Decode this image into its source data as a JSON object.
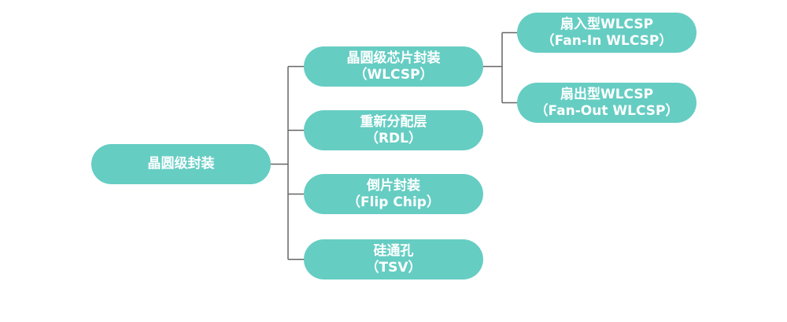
{
  "colors": {
    "node_fill": "#66cdc3",
    "node_text": "#ffffff",
    "connector": "#666666"
  },
  "root": {
    "label": "晶圆级封装"
  },
  "level1": {
    "wlcsp": {
      "line1": "晶圆级芯片封装",
      "line2": "（WLCSP）"
    },
    "rdl": {
      "line1": "重新分配层",
      "line2": "（RDL）"
    },
    "flip": {
      "line1": "倒片封装",
      "line2": "（Flip Chip）"
    },
    "tsv": {
      "line1": "硅通孔",
      "line2": "（TSV）"
    }
  },
  "level2": {
    "fanin": {
      "line1": "扇入型WLCSP",
      "line2": "（Fan-In WLCSP）"
    },
    "fanout": {
      "line1": "扇出型WLCSP",
      "line2": "（Fan-Out WLCSP）"
    }
  }
}
